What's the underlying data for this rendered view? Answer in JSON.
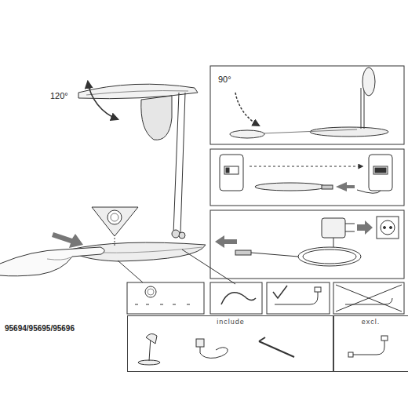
{
  "diagram": {
    "nodes": [
      {
        "text": [
          "include"
        ]
      },
      {
        "text": [
          "excl."
        ]
      }
    ],
    "labels": [
      "120°",
      "90°",
      "95694/95695/95696"
    ]
  }
}
